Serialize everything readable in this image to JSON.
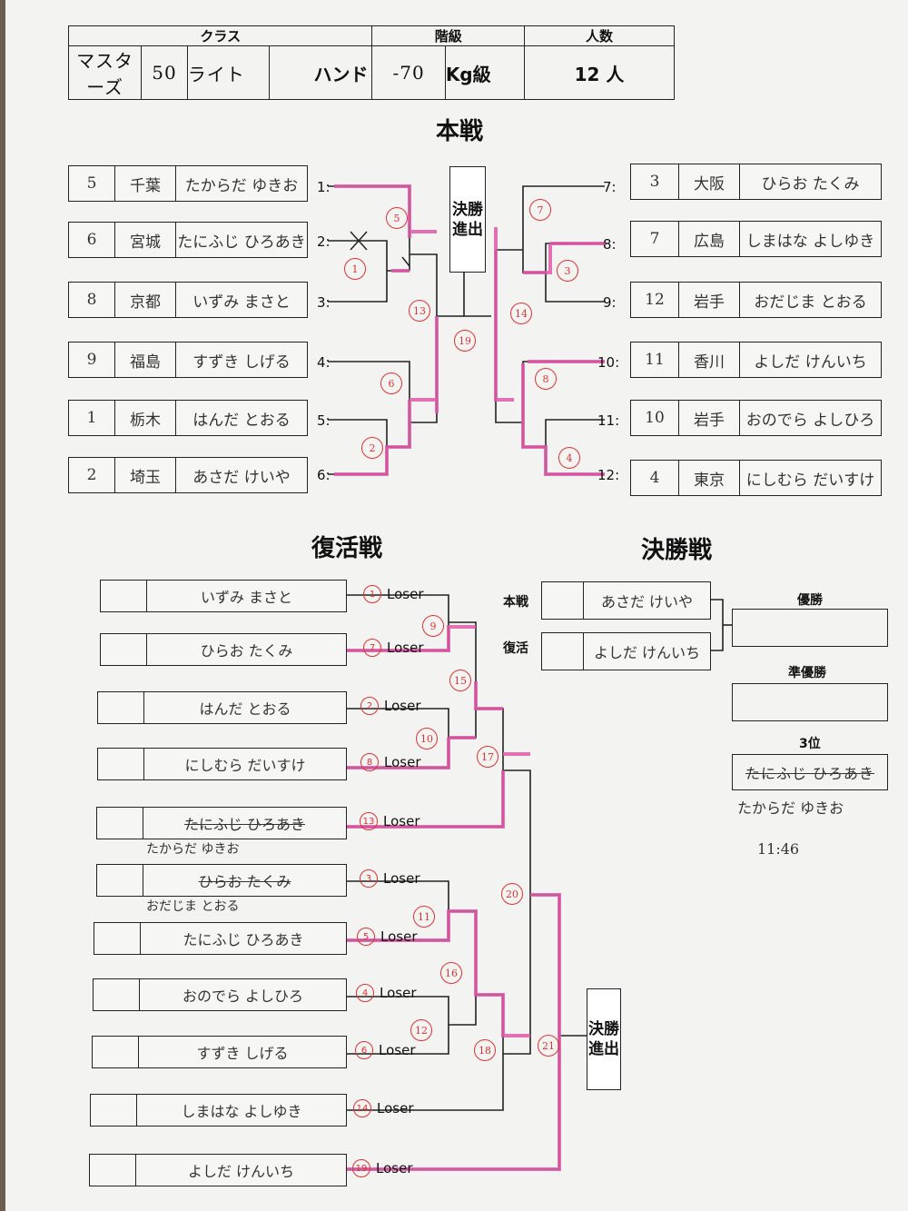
{
  "header": {
    "class_label": "クラス",
    "weight_label": "階級",
    "count_label": "人数",
    "class_value_1": "マスターズ",
    "class_value_2": "50",
    "class_value_3": "ライト",
    "class_value_4": "ハンド",
    "weight_value": "-70",
    "weight_unit": "Kg級",
    "count_value": "12 人"
  },
  "main": {
    "title": "本戦",
    "final_box": "決勝進出",
    "left_entries": [
      {
        "no": "1:",
        "seed": "5",
        "pref": "千葉",
        "name": "たからだ ゆきお"
      },
      {
        "no": "2:",
        "seed": "6",
        "pref": "宮城",
        "name": "たにふじ ひろあき"
      },
      {
        "no": "3:",
        "seed": "8",
        "pref": "京都",
        "name": "いずみ まさと"
      },
      {
        "no": "4:",
        "seed": "9",
        "pref": "福島",
        "name": "すずき しげる"
      },
      {
        "no": "5:",
        "seed": "1",
        "pref": "栃木",
        "name": "はんだ とおる"
      },
      {
        "no": "6:",
        "seed": "2",
        "pref": "埼玉",
        "name": "あさだ けいや"
      }
    ],
    "right_entries": [
      {
        "no": "7:",
        "seed": "3",
        "pref": "大阪",
        "name": "ひらお たくみ"
      },
      {
        "no": "8:",
        "seed": "7",
        "pref": "広島",
        "name": "しまはな よしゆき"
      },
      {
        "no": "9:",
        "seed": "12",
        "pref": "岩手",
        "name": "おだじま とおる"
      },
      {
        "no": "10:",
        "seed": "11",
        "pref": "香川",
        "name": "よしだ けんいち"
      },
      {
        "no": "11:",
        "seed": "10",
        "pref": "岩手",
        "name": "おのでら よしひろ"
      },
      {
        "no": "12:",
        "seed": "4",
        "pref": "東京",
        "name": "にしむら だいすけ"
      }
    ],
    "match_numbers": [
      "1",
      "2",
      "3",
      "4",
      "5",
      "6",
      "7",
      "8",
      "13",
      "14",
      "19"
    ]
  },
  "repechage": {
    "title": "復活戦",
    "loser_label": "Loser",
    "entries": [
      {
        "name": "いずみ まさと",
        "ref": "1",
        "strike": false
      },
      {
        "name": "ひらお たくみ",
        "ref": "7",
        "strike": false
      },
      {
        "name": "はんだ とおる",
        "ref": "2",
        "strike": false
      },
      {
        "name": "にしむら だいすけ",
        "ref": "8",
        "strike": false
      },
      {
        "name": "たにふじ ひろあき",
        "ref": "13",
        "strike": true,
        "caption": "たからだ ゆきお"
      },
      {
        "name": "ひらお たくみ",
        "ref": "3",
        "strike": true,
        "caption": "おだじま とおる"
      },
      {
        "name": "たにふじ ひろあき",
        "ref": "5",
        "strike": false
      },
      {
        "name": "おのでら よしひろ",
        "ref": "4",
        "strike": false
      },
      {
        "name": "すずき しげる",
        "ref": "6",
        "strike": false
      },
      {
        "name": "しまはな よしゆき",
        "ref": "14",
        "strike": false
      },
      {
        "name": "よしだ けんいち",
        "ref": "19",
        "strike": false
      }
    ],
    "match_numbers": [
      "9",
      "10",
      "11",
      "12",
      "15",
      "16",
      "17",
      "18",
      "20",
      "21"
    ],
    "final_box": "決勝進出"
  },
  "final": {
    "title": "決勝戦",
    "main_label": "本戦",
    "main_name": "あさだ けいや",
    "rep_label": "復活",
    "rep_name": "よしだ けんいち",
    "winner_label": "優勝",
    "runner_label": "準優勝",
    "third_label": "3位",
    "third_struck": "たにふじ ひろあき",
    "third_name": "たからだ ゆきお",
    "note": "11:46"
  },
  "colors": {
    "highlight": "#e05aa8",
    "ink": "#222222",
    "paper": "#f3f3f1"
  }
}
